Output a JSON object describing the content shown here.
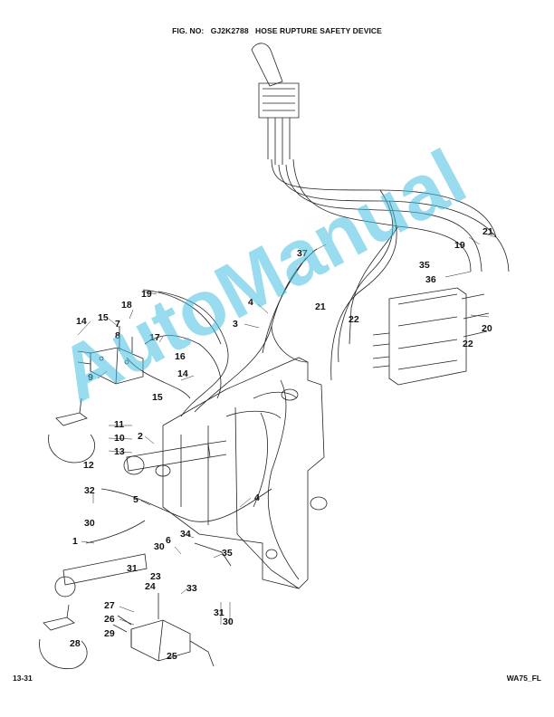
{
  "header": {
    "fig_label": "FIG. NO:",
    "fig_no": "GJ2K2788",
    "title": "HOSE RUPTURE SAFETY DEVICE"
  },
  "footer": {
    "page": "13-31",
    "model": "WA75_FL"
  },
  "watermark": "AutoManual",
  "callouts": [
    "37",
    "35",
    "36",
    "21",
    "19",
    "21",
    "22",
    "20",
    "22",
    "4",
    "3",
    "19",
    "18",
    "7",
    "8",
    "15",
    "14",
    "17",
    "16",
    "14",
    "15",
    "9",
    "11",
    "10",
    "13",
    "2",
    "12",
    "32",
    "5",
    "30",
    "1",
    "6",
    "34",
    "30",
    "31",
    "23",
    "24",
    "33",
    "35",
    "4",
    "27",
    "26",
    "29",
    "25",
    "28",
    "31",
    "30"
  ]
}
